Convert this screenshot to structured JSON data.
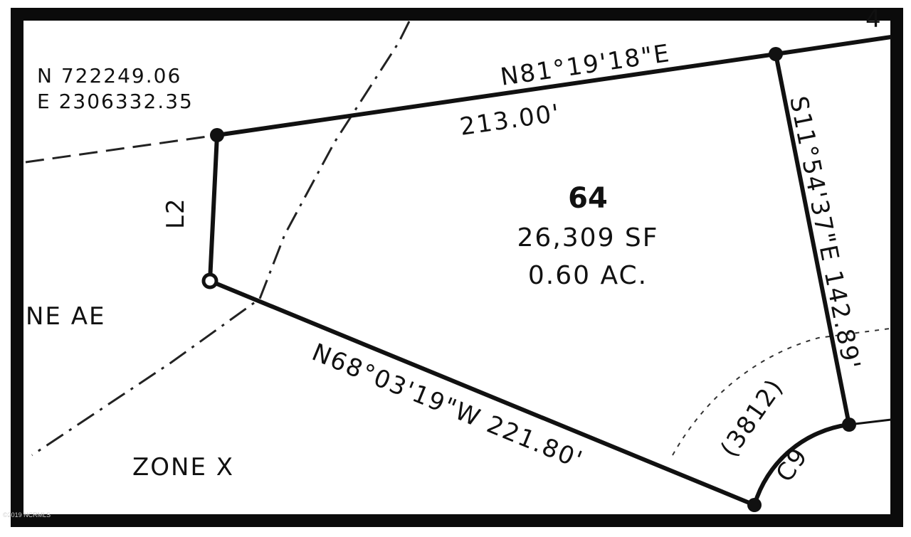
{
  "colors": {
    "frame": "#0b0b0b",
    "paper": "#ffffff",
    "ink": "#111111"
  },
  "coordinates": {
    "northing": "N 722249.06",
    "easting": "E 2306332.35"
  },
  "lot": {
    "number": "64",
    "area_sf": "26,309 SF",
    "area_ac": "0.60 AC."
  },
  "bearings": {
    "north_line": "N81°19'18\"E",
    "north_distance": "213.00'",
    "east_line": "S11°54'37\"E 142.89'",
    "south_line": "N68°03'19\"W 221.80'"
  },
  "labels": {
    "west_line": "L2",
    "curve": "C9",
    "address": "(3812)",
    "zone_left": "NE AE",
    "zone_bottom": "ZONE X",
    "corner_fragment": "4"
  },
  "watermark": "©2019 NCRMLS"
}
